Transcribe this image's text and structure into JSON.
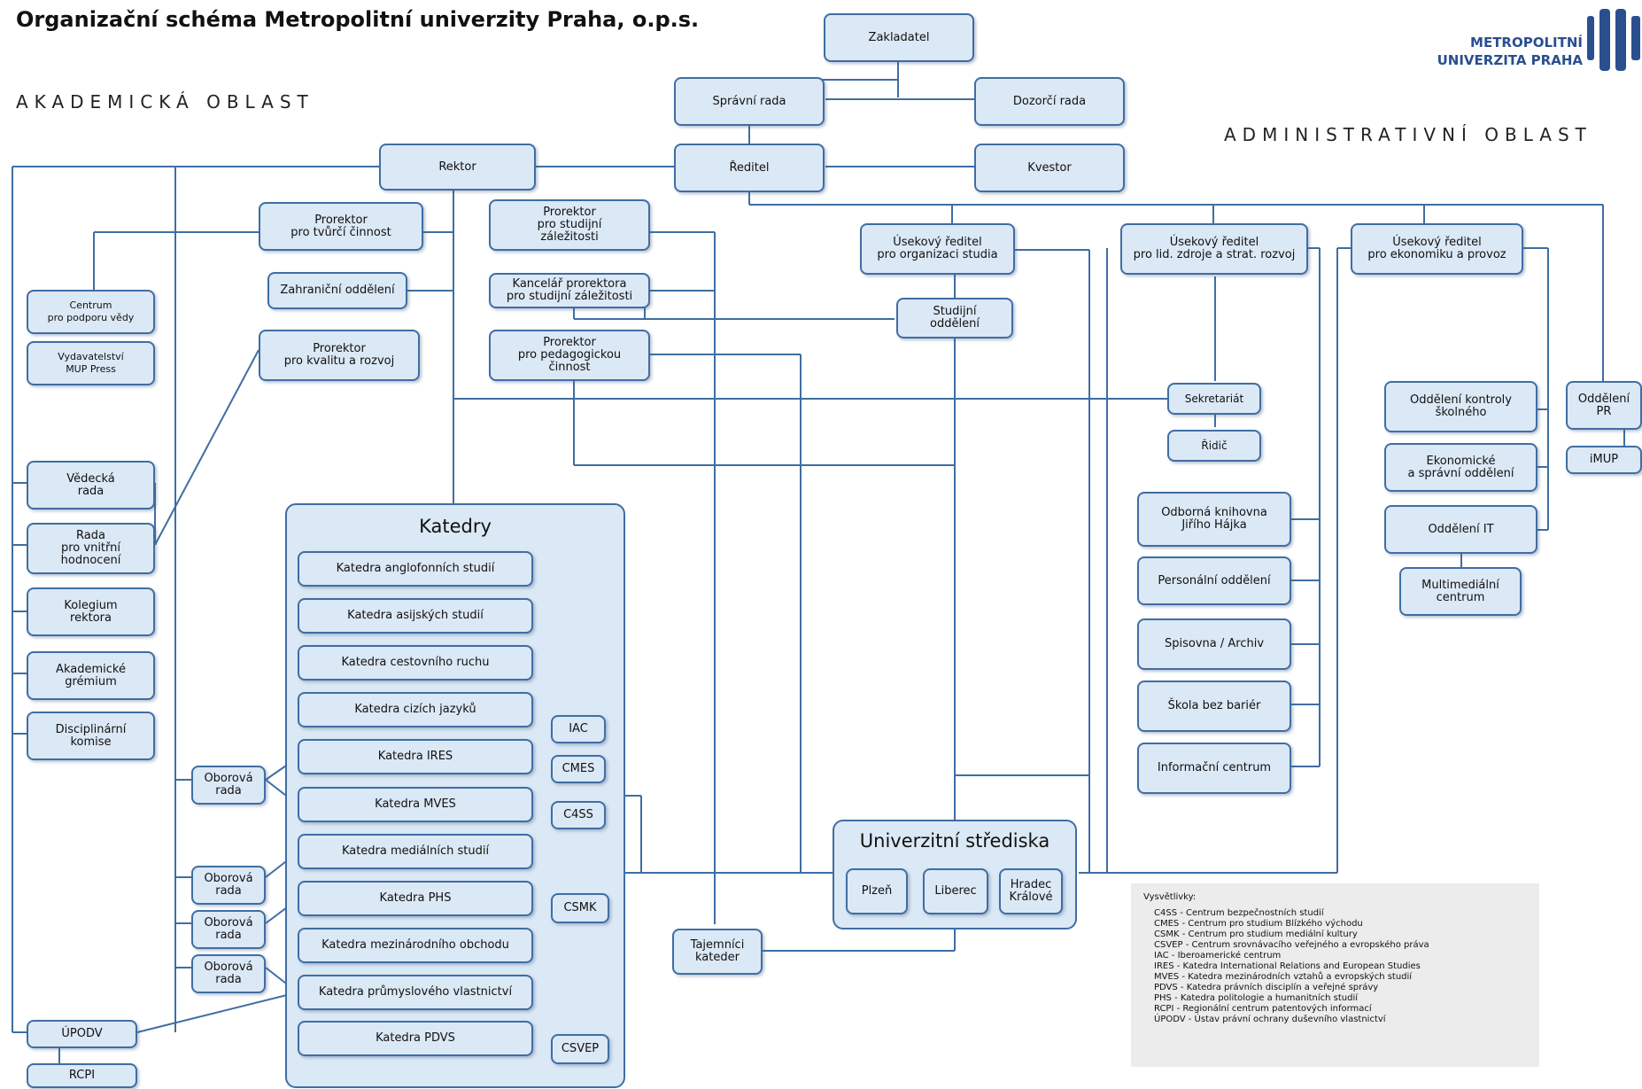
{
  "title": "Organizační schéma Metropolitní univerzity Praha, o.p.s.",
  "regions": {
    "academic": "AKADEMICKÁ OBLAST",
    "administrative": "ADMINISTRATIVNÍ OBLAST"
  },
  "logo": {
    "line1": "METROPOLITNÍ",
    "line2": "UNIVERZITA PRAHA"
  },
  "nodes": {
    "zakladatel": "Zakladatel",
    "spravni_rada": "Správní rada",
    "dozorci_rada": "Dozorčí rada",
    "rektor": "Rektor",
    "reditel": "Ředitel",
    "kvestor": "Kvestor",
    "prorektor_tvurci": "Prorektor\npro tvůrčí činnost",
    "prorektor_studijni": "Prorektor\npro studijní\nzáležitosti",
    "zahranicni": "Zahraniční oddělení",
    "kancelar": "Kancelář prorektora\npro studijní záležitosti",
    "prorektor_kvalita": "Prorektor\npro kvalitu a rozvoj",
    "prorektor_pedag": "Prorektor\npro pedagogickou\nčinnost",
    "centrum_vedy": "Centrum\npro podporu vědy",
    "vydavatelstvi": "Vydavatelství\nMUP Press",
    "vedecka_rada": "Vědecká\nrada",
    "rada_hodnoceni": "Rada\npro vnitřní\nhodnocení",
    "kolegium": "Kolegium\nrektora",
    "akademicke_gremium": "Akademické\ngrémium",
    "disciplinarni": "Disciplinární\nkomise",
    "upodv": "ÚPODV",
    "rcpi": "RCPI",
    "usek_studia": "Úsekový ředitel\npro organizaci studia",
    "usek_lid": "Úsekový ředitel\npro lid. zdroje a strat. rozvoj",
    "usek_ekon": "Úsekový ředitel\npro ekonomiku a provoz",
    "studijni_odd": "Studijní\noddělení",
    "sekretariat": "Sekretariát",
    "ridic": "Řidič",
    "knihovna": "Odborná knihovna\nJiřího Hájka",
    "personalni": "Personální oddělení",
    "spisovna": "Spisovna / Archiv",
    "skola": "Škola bez bariér",
    "informacni": "Informační centrum",
    "kontrola": "Oddělení kontroly\nškolného",
    "ekonomicke": "Ekonomické\na správní oddělení",
    "odd_it": "Oddělení IT",
    "multimedialni": "Multimediální\ncentrum",
    "odd_pr": "Oddělení\nPR",
    "imup": "iMUP",
    "tajemnici": "Tajemníci\nkateder",
    "oborova_1": "Oborová\nrada",
    "oborova_2": "Oborová\nrada",
    "oborova_3": "Oborová\nrada",
    "oborova_4": "Oborová\nrada",
    "iac": "IAC",
    "cmes": "CMES",
    "c4ss": "C4SS",
    "csmk": "CSMK",
    "csvep": "CSVEP"
  },
  "katedry": {
    "title": "Katedry",
    "items": [
      "Katedra anglofonních studií",
      "Katedra asijských studií",
      "Katedra cestovního ruchu",
      "Katedra cizích jazyků",
      "Katedra IRES",
      "Katedra MVES",
      "Katedra mediálních studií",
      "Katedra PHS",
      "Katedra mezinárodního obchodu",
      "Katedra průmyslového vlastnictví",
      "Katedra PDVS"
    ]
  },
  "strediska": {
    "title": "Univerzitní střediska",
    "items": [
      "Plzeň",
      "Liberec",
      "Hradec\nKrálové"
    ]
  },
  "legend": {
    "title": "Vysvětlivky:",
    "items": [
      "C4SS - Centrum bezpečnostních studií",
      "CMES - Centrum pro studium Blízkého východu",
      "CSMK - Centrum pro studium mediální kultury",
      "CSVEP - Centrum srovnávacího veřejného a evropského práva",
      "IAC - Iberoamerické centrum",
      "IRES - Katedra International Relations and European Studies",
      "MVES - Katedra mezinárodních vztahů a evropských studií",
      "PDVS - Katedra právních disciplín a veřejné správy",
      "PHS - Katedra politologie a humanitních studií",
      "RCPI - Regionální centrum patentových informací",
      "ÚPODV - Ústav právní ochrany duševního vlastnictví"
    ]
  },
  "colors": {
    "box_fill": "#dbe8f5",
    "box_border": "#3f6ea3",
    "line": "#3f6ea3",
    "logo": "#2a4f8f"
  }
}
